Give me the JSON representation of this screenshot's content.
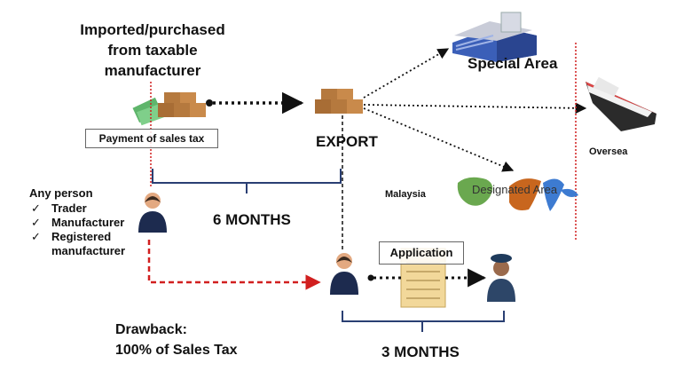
{
  "source": {
    "lines": [
      "Imported/purchased",
      "from taxable",
      "manufacturer"
    ]
  },
  "payment_label": "Payment of sales tax",
  "export_label": "EXPORT",
  "destinations": {
    "special_area": "Special Area",
    "oversea": "Oversea",
    "malaysia": "Malaysia",
    "designated_area": "Designated Area"
  },
  "any_person": {
    "heading": "Any person",
    "items": [
      "Trader",
      "Manufacturer",
      "Registered manufacturer"
    ]
  },
  "period_sales_to_export": "6 MONTHS",
  "application_label": "Application",
  "period_application": "3 MONTHS",
  "drawback": {
    "line1": "Drawback:",
    "line2": "100% of Sales Tax"
  },
  "colors": {
    "red_dashed": "#d11f1f",
    "dark_dotted": "#111111",
    "bracket": "#2a3f73",
    "box_brown": "#b5793e",
    "map_green": "#6aa84f",
    "map_orange": "#c8661e",
    "map_blue": "#3d7bd1"
  }
}
